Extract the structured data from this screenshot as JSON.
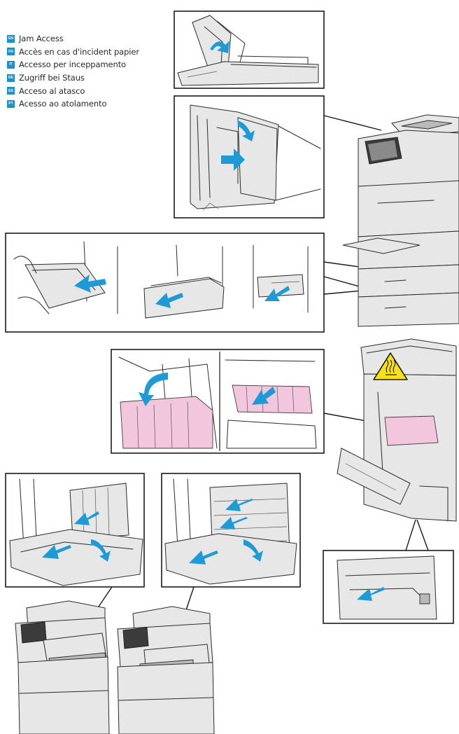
{
  "legend": [
    {
      "code": "EN",
      "label": "Jam Access"
    },
    {
      "code": "FR",
      "label": "Accès en cas d'incident papier"
    },
    {
      "code": "IT",
      "label": "Accesso per inceppamento"
    },
    {
      "code": "DE",
      "label": "Zugriff bei Staus"
    },
    {
      "code": "ES",
      "label": "Acceso al atasco"
    },
    {
      "code": "PT",
      "label": "Acesso ao atolamento"
    }
  ],
  "colors": {
    "badge": "#1e8fc9",
    "arrow": "#1e9ad6",
    "fuser_pink": "#f2c6dd",
    "warning_yellow": "#f7e017"
  },
  "icons": [
    "hot-surface-warning-icon"
  ]
}
